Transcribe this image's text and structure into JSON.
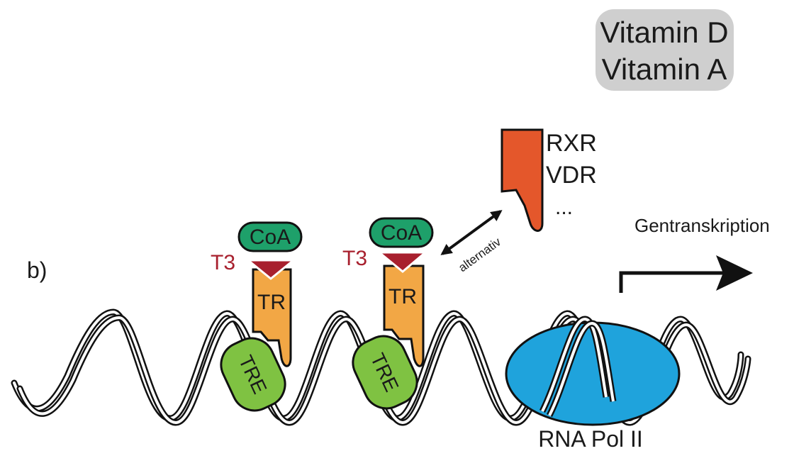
{
  "panel_label": "b)",
  "vitamin_box": {
    "line1": "Vitamin D",
    "line2": "Vitamin A"
  },
  "receptor_complex_1": {
    "coactivator": "CoA",
    "ligand": "T3",
    "receptor": "TR",
    "response_element": "TRE"
  },
  "receptor_complex_2": {
    "coactivator": "CoA",
    "ligand": "T3",
    "receptor": "TR",
    "response_element": "TRE"
  },
  "alternative_receptors": {
    "line1": "RXR",
    "line2": "VDR",
    "line3": "..."
  },
  "alternative_label": "alternativ",
  "polymerase_label": "RNA Pol II",
  "transcription_label": "Gentranskription",
  "colors": {
    "coa_green": "#1ea06a",
    "ligand_red": "#a8202e",
    "receptor_orange": "#f2a745",
    "tre_green": "#7fc242",
    "alt_receptor_orange": "#e4572b",
    "polymerase_blue": "#1fa3dc",
    "box_grey": "#cfcfcf"
  }
}
